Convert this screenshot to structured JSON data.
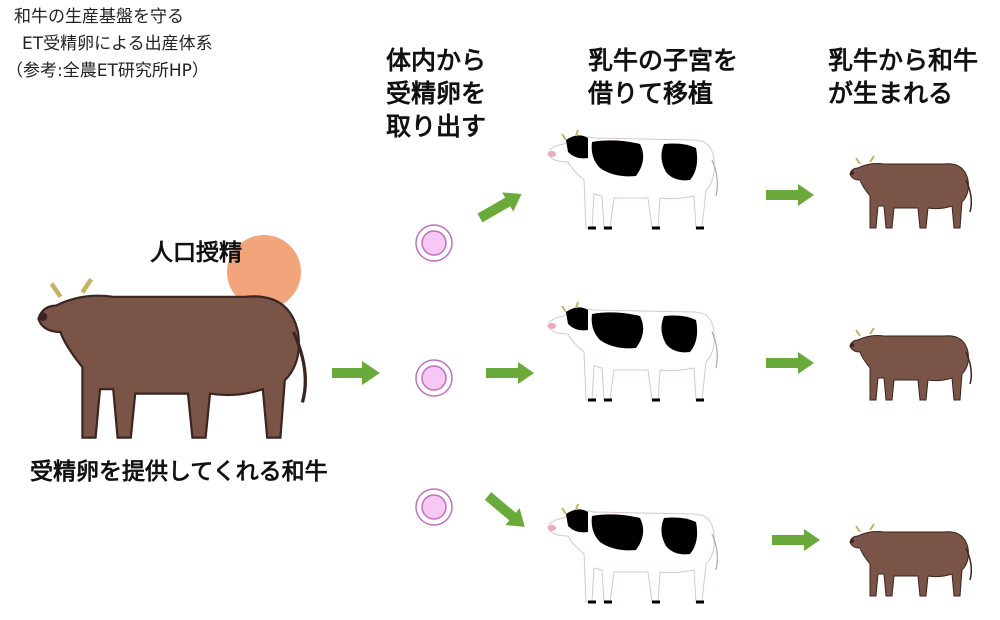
{
  "title": {
    "lines": [
      "和牛の生産基盤を守る",
      "ET受精卵による出産体系",
      "（参考:全農ET研究所HP）"
    ]
  },
  "steps": {
    "extract": {
      "lines": [
        "体内から",
        "受精卵を",
        "取り出す"
      ]
    },
    "surrogate": {
      "lines": [
        "乳牛の子宮を",
        "借りて移植"
      ]
    },
    "birth": {
      "lines": [
        "乳牛から和牛",
        "が生まれる"
      ]
    }
  },
  "labels": {
    "insemination": "人口授精",
    "donor": "受精卵を提供してくれる和牛"
  },
  "colors": {
    "arrow": "#6aaa3a",
    "wagyu": "#7a5446",
    "holstein_black": "#000000",
    "egg_fill": "#f5c8f5",
    "egg_ring": "#c070c0",
    "insemination_circle": "#f2a57a"
  }
}
